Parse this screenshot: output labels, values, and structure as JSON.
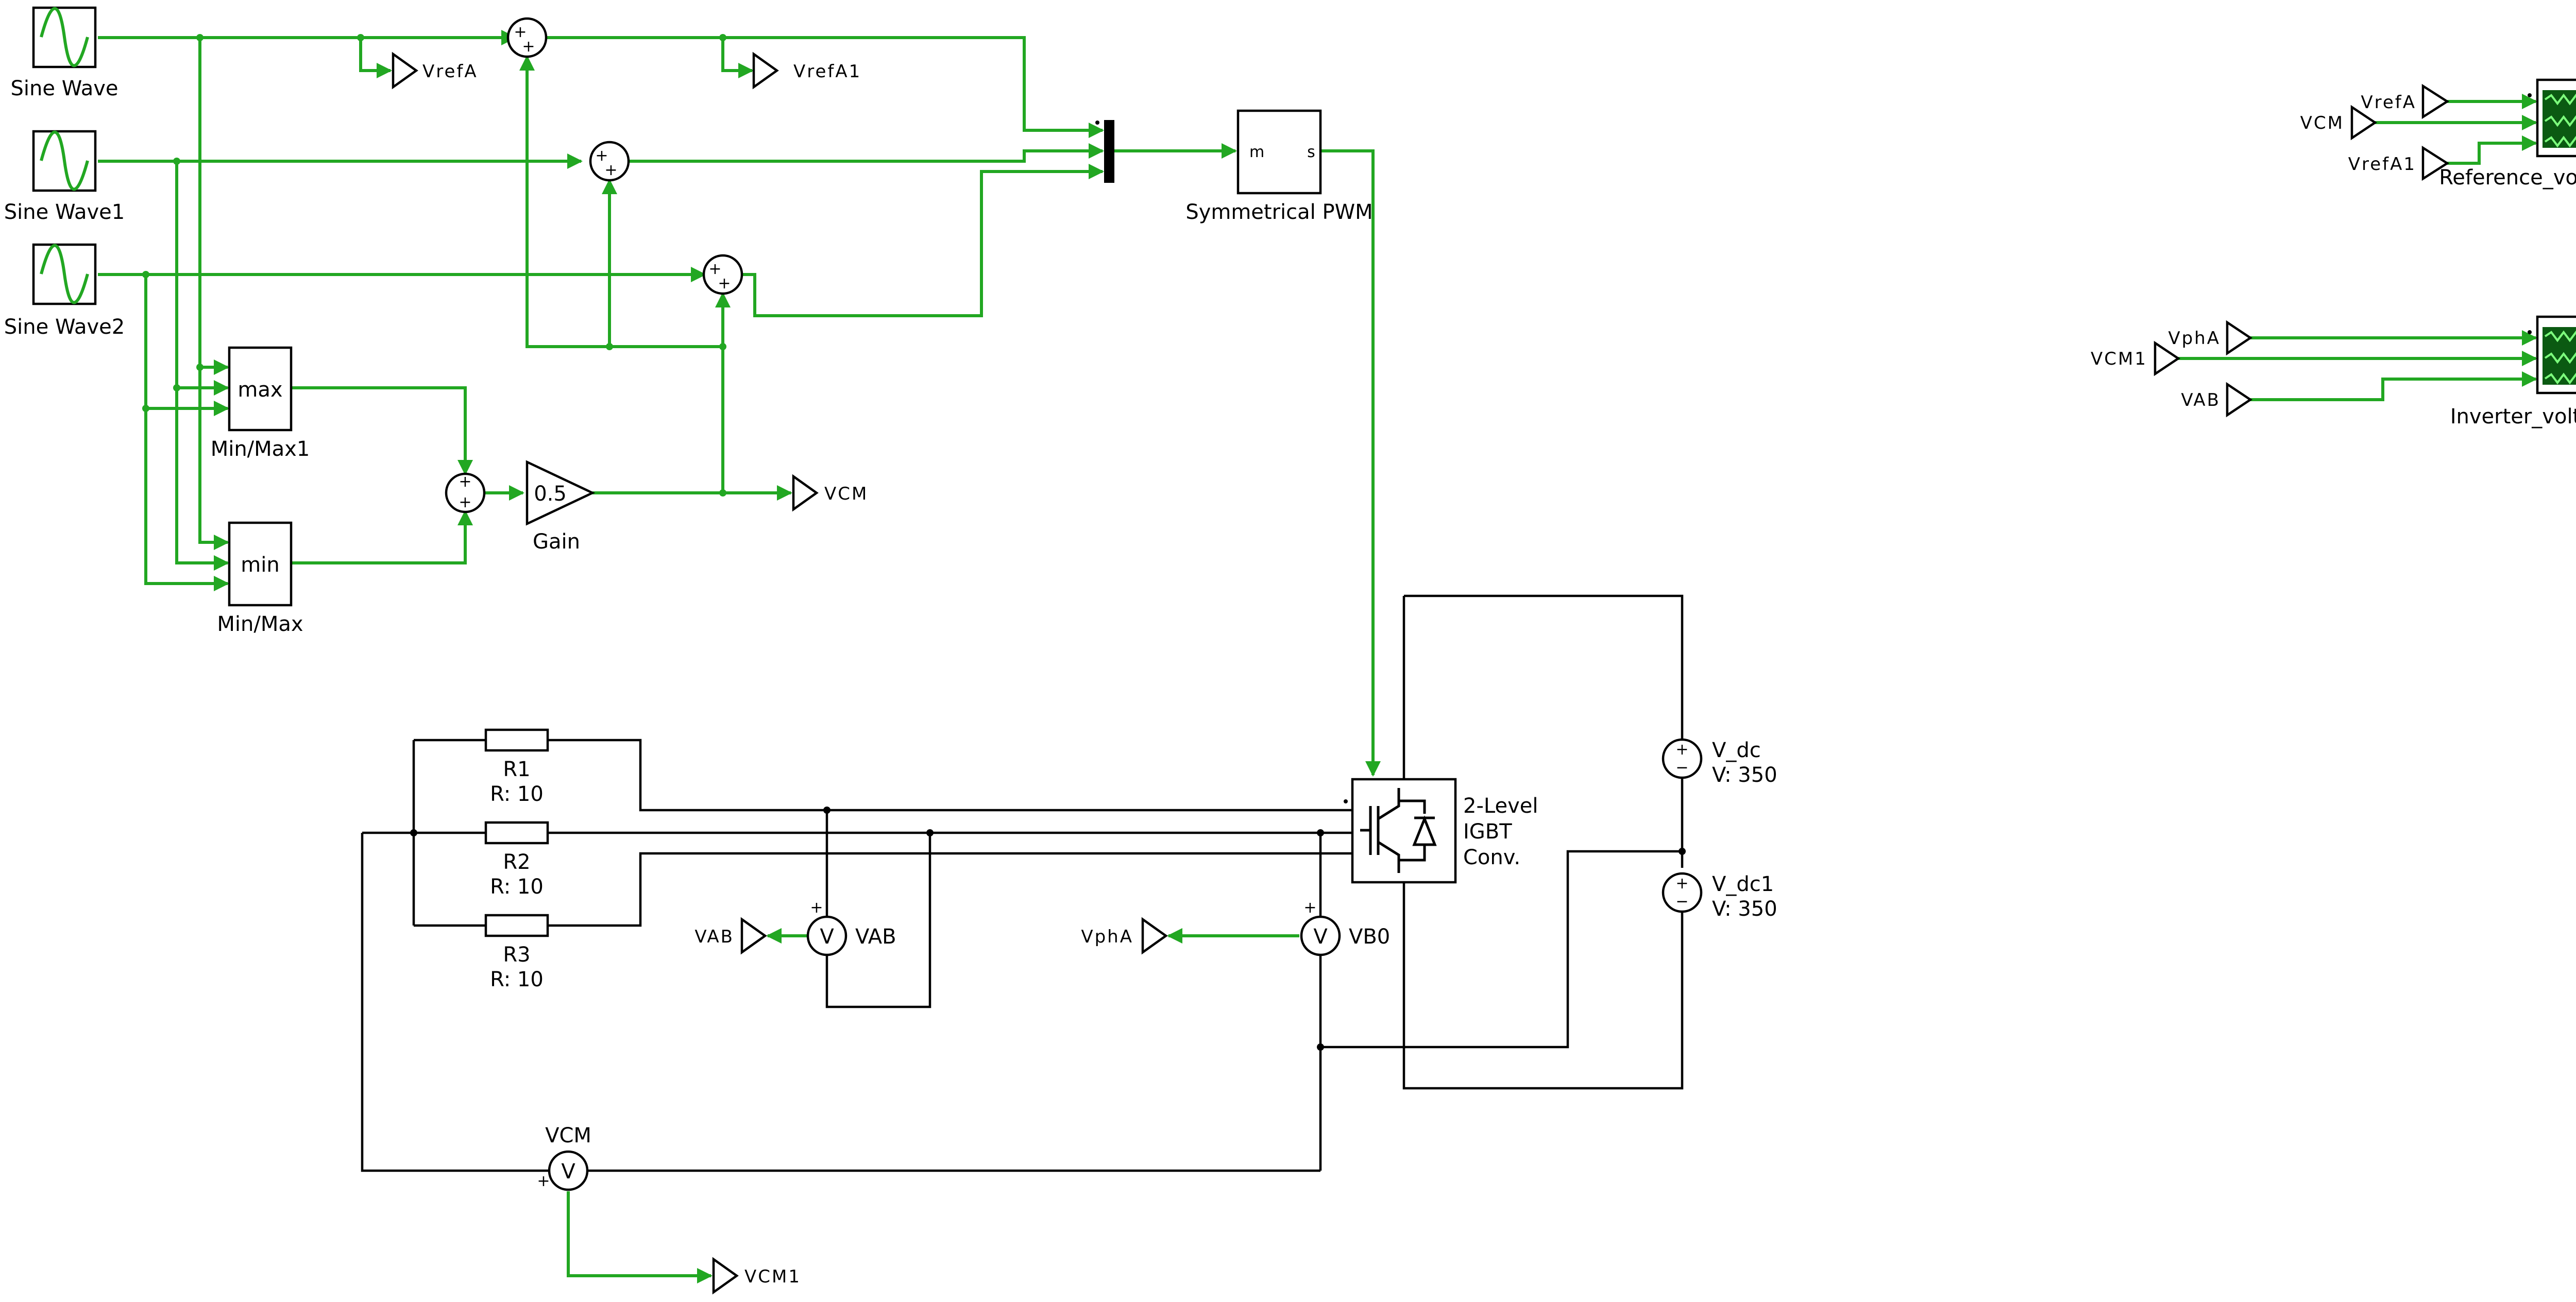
{
  "sources": {
    "sine1": "Sine Wave",
    "sine2": "Sine Wave1",
    "sine3": "Sine Wave2"
  },
  "minmax": {
    "max_text": "max",
    "max_label": "Min/Max1",
    "min_text": "min",
    "min_label": "Min/Max"
  },
  "gain": {
    "value": "0.5",
    "label": "Gain"
  },
  "pwm": {
    "label": "Symmetrical PWM",
    "port_m": "m",
    "port_s": "s"
  },
  "tags": {
    "vrefA": "VrefA",
    "vrefA1": "VrefA1",
    "vcm": "VCM",
    "vab": "VAB",
    "vphA": "VphA",
    "vcm1": "VCM1"
  },
  "scopes": {
    "ref_label": "Reference_voltages_RZM",
    "inv_label": "Inverter_voltages_RZM",
    "ref_in1": "VrefA",
    "ref_in2": "VCM",
    "ref_in3": "VrefA1",
    "inv_in1": "VphA",
    "inv_in2": "VCM1",
    "inv_in3": "VAB"
  },
  "resistors": [
    {
      "name": "R1",
      "value": "R: 10"
    },
    {
      "name": "R2",
      "value": "R: 10"
    },
    {
      "name": "R3",
      "value": "R: 10"
    }
  ],
  "converter": {
    "line1": "2-Level",
    "line2": "IGBT",
    "line3": "Conv."
  },
  "dc_sources": [
    {
      "name": "V_dc",
      "value": "V: 350"
    },
    {
      "name": "V_dc1",
      "value": "V: 350"
    }
  ],
  "meters": {
    "vab": "VAB",
    "vb0": "VB0",
    "vcm": "VCM",
    "glyph": "V"
  },
  "colors": {
    "signal": "#22a722",
    "electrical": "#000000",
    "scope_screen": "#0b5a12"
  }
}
